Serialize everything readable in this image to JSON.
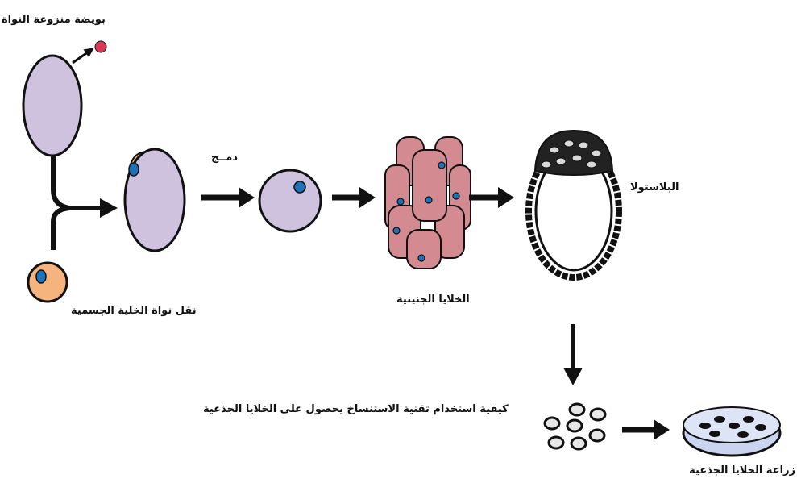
{
  "labels": {
    "enucleated_egg": "بويضة منزوعة النواة",
    "somatic_nucleus_transfer": "نقل نواة الخلية الجسمية",
    "fusion": "دمــج",
    "embryonic_cells": "الخلايا الجنينية",
    "blastula": "البلاستولا",
    "caption": "كيفية استخدام تقنية الاستنساخ يحصول على الخلايا الجذعية",
    "stem_cell_culture": "زراعة الخلايا الجذعية"
  },
  "colors": {
    "egg": "#cfc2df",
    "somatic": "#f5b47e",
    "nucleus": "#1e72b8",
    "embryo": "#d38a91",
    "removed_nucleus": "#d83a55",
    "dish": "#c9d4ee",
    "ink": "#111111"
  }
}
